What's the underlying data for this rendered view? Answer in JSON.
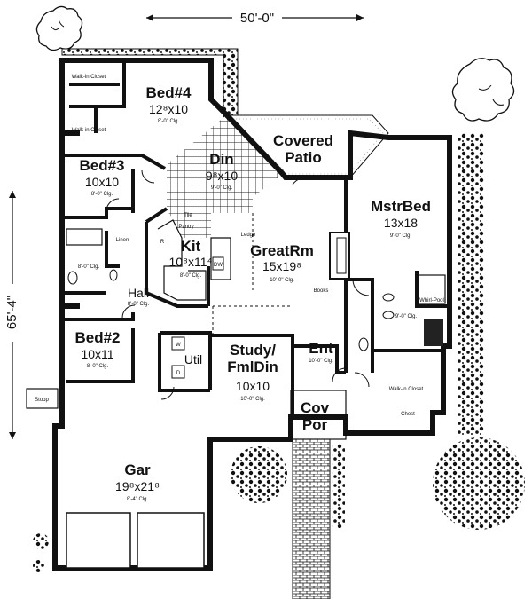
{
  "plan": {
    "width_label": "50'-0\"",
    "depth_label": "65'-4\""
  },
  "rooms": {
    "bed4": {
      "name": "Bed#4",
      "size": "12⁸x10",
      "ceiling": "8'-0\" Clg."
    },
    "bed3": {
      "name": "Bed#3",
      "size": "10x10",
      "ceiling": "8'-0\" Clg."
    },
    "bed2": {
      "name": "Bed#2",
      "size": "10x11",
      "ceiling": "8'-0\" Clg."
    },
    "din": {
      "name": "Din",
      "size": "9⁸x10",
      "ceiling": "9'-0\" Clg."
    },
    "kit": {
      "name": "Kit",
      "size": "10⁸x11⁴",
      "ceiling": "8'-0\" Clg."
    },
    "covered_patio": {
      "name_line1": "Covered",
      "name_line2": "Patio"
    },
    "greatrm": {
      "name": "GreatRm",
      "size": "15x19⁸",
      "ceiling": "10'-0\" Clg."
    },
    "mstrbed": {
      "name": "MstrBed",
      "size": "13x18",
      "ceiling": "9'-0\" Clg."
    },
    "study": {
      "name_line1": "Study/",
      "name_line2": "FmlDin",
      "size": "10x10",
      "ceiling": "10'-0\" Clg."
    },
    "ent": {
      "name": "Ent",
      "ceiling": "10'-0\" Clg."
    },
    "util": {
      "name": "Util"
    },
    "hall": {
      "name": "Hall",
      "ceiling": "8'-0\" Clg."
    },
    "cov_por": {
      "name_line1": "Cov",
      "name_line2": "Por"
    },
    "gar": {
      "name": "Gar",
      "size": "19⁸x21⁸",
      "ceiling": "8'-4\" Clg."
    }
  },
  "labels": {
    "walk_in_closet": "Walk-in Closet",
    "linen": "Linen",
    "bath_ceiling": "8'-0\" Clg.",
    "tile": "Tile",
    "pantry": "Pantry",
    "ledge": "Ledge",
    "ref": "R",
    "dw": "DW",
    "books": "Books",
    "whirlpool": "Whirl-Pool",
    "master_bath_ceiling": "9'-0\" Clg.",
    "chest": "Chest",
    "stoop": "Stoop",
    "washer": "W",
    "dryer": "D"
  }
}
